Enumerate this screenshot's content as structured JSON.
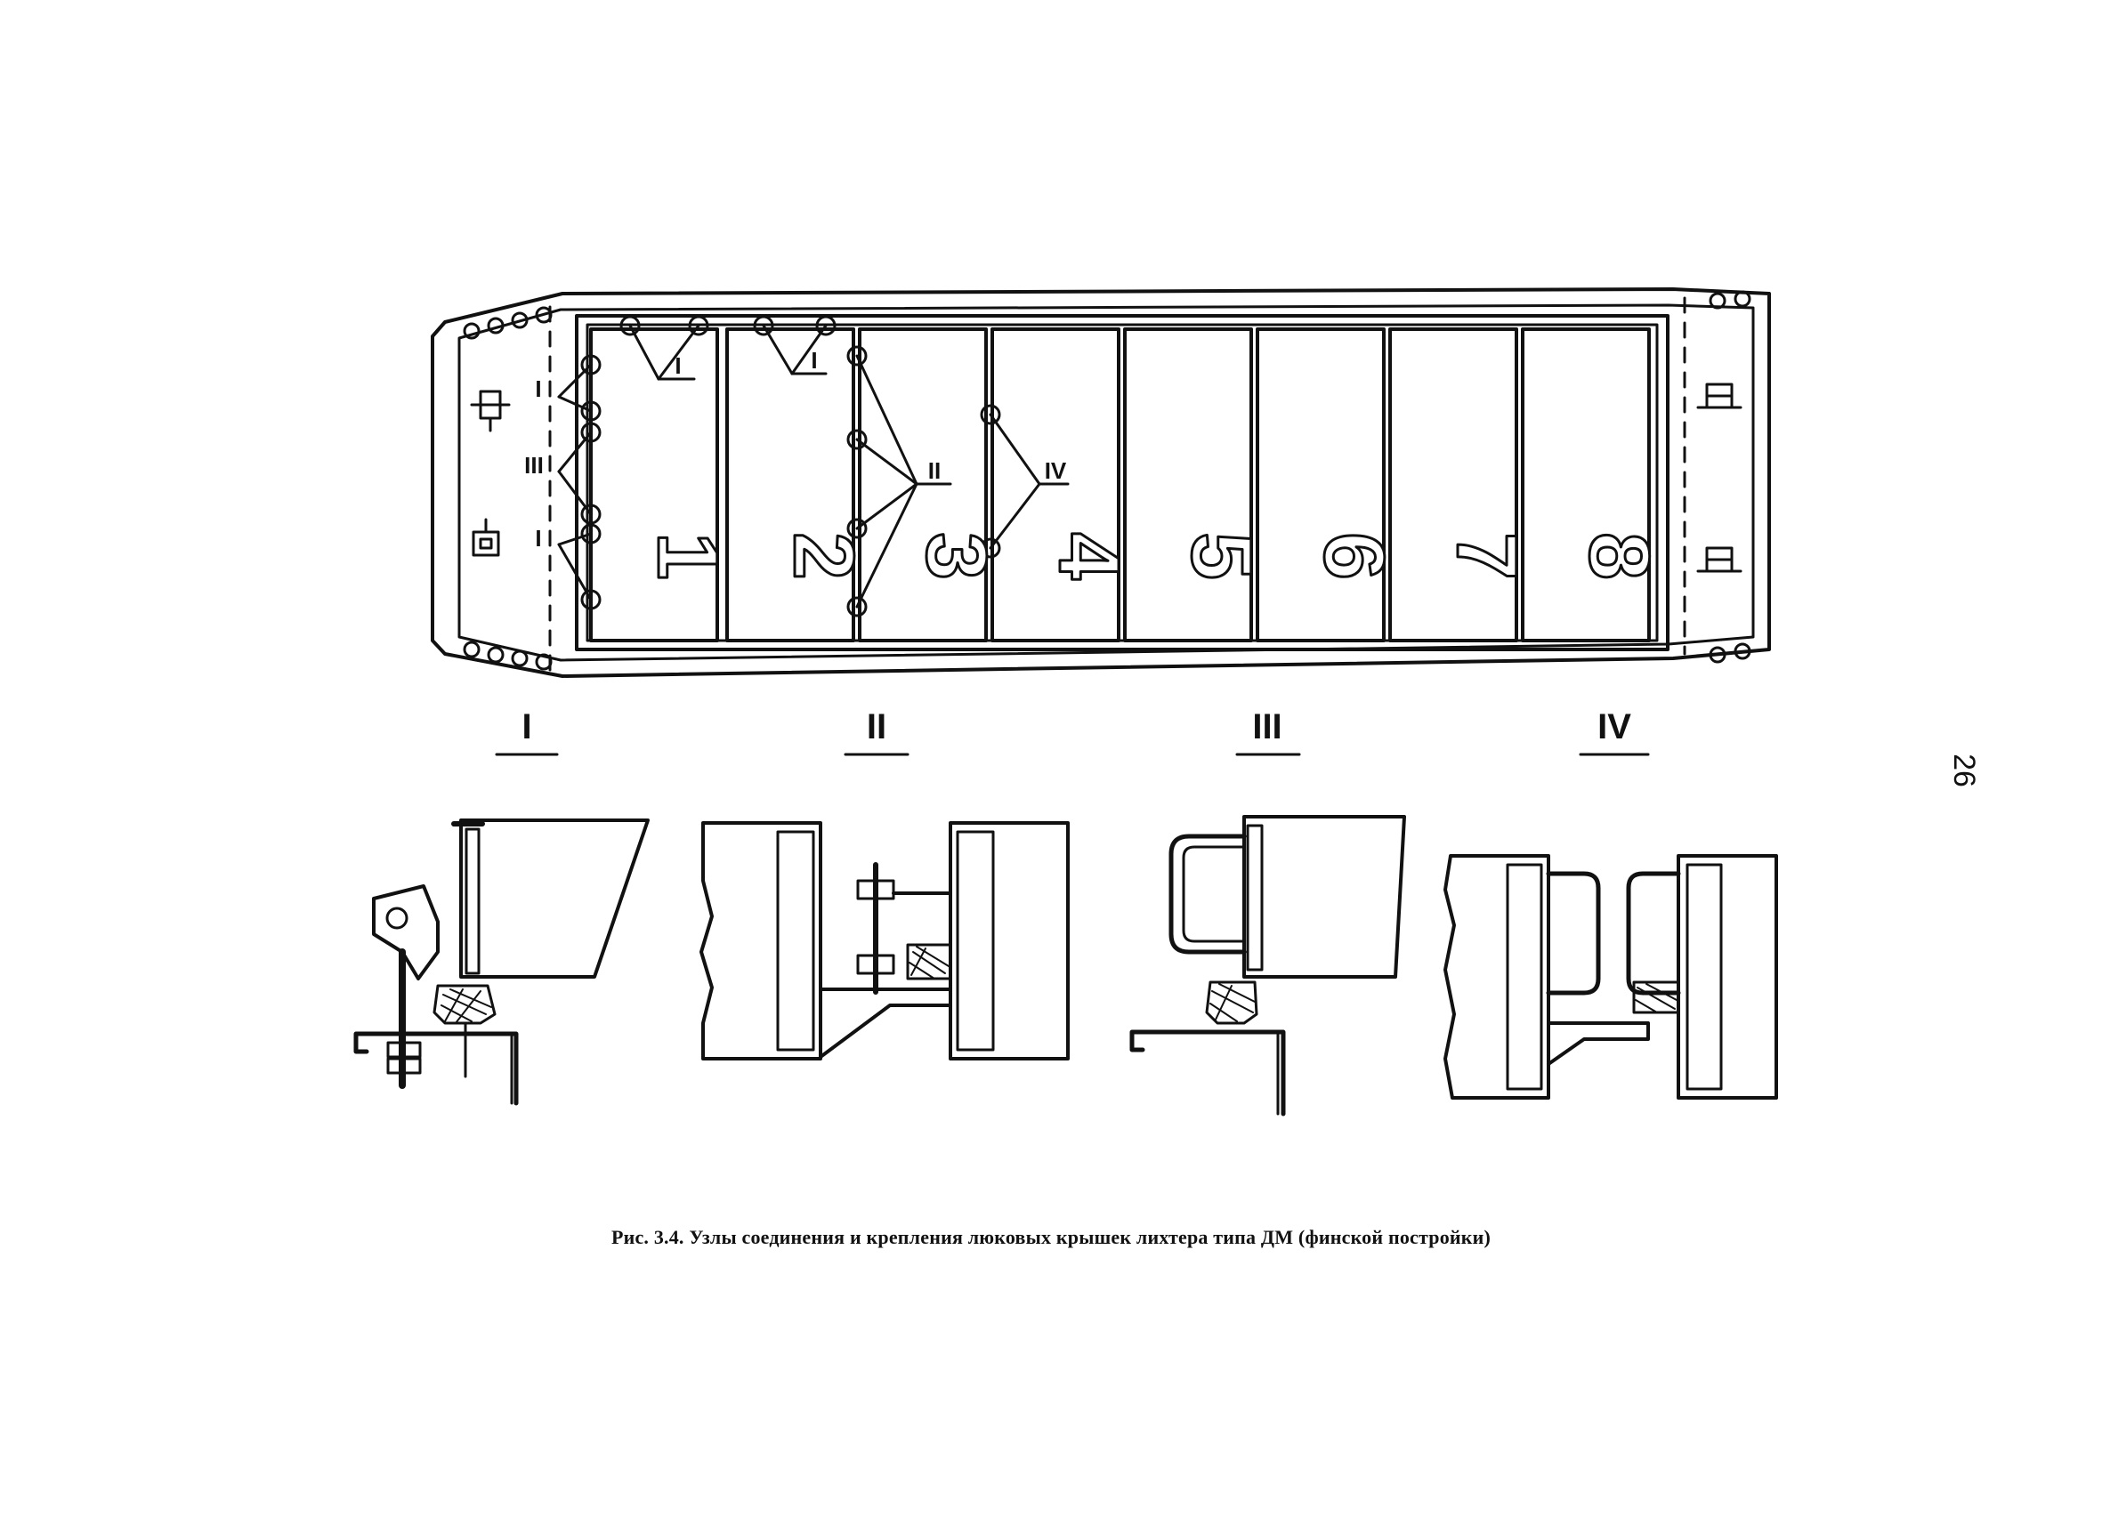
{
  "diagram": {
    "hatch_numbers": [
      "1",
      "2",
      "3",
      "4",
      "5",
      "6",
      "7",
      "8"
    ],
    "node_labels": [
      "I",
      "II",
      "III",
      "IV"
    ],
    "plan_callouts": [
      "I",
      "I",
      "I",
      "III",
      "I",
      "I",
      "II",
      "IV"
    ]
  },
  "caption": "Рис. 3.4. Узлы соединения и крепления люковых крышек лихтера типа ДМ (финской постройки)",
  "page_number": "26"
}
